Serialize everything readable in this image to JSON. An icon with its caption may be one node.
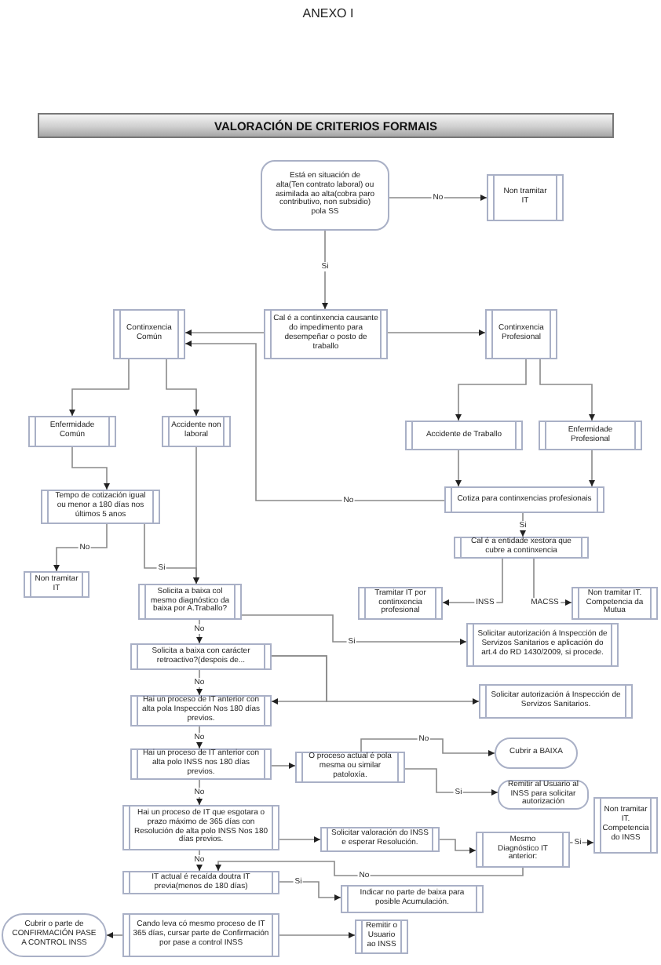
{
  "diagram": {
    "title": "ANEXO I",
    "nodes": [
      {
        "text": [
          "VALORACIÓN DE CRITERIOS FORMAIS"
        ]
      },
      {
        "text": [
          "Está en situación de alta(Ten contrato laboral) ou asimilada ao alta(cobra paro contributivo, non subsidio) pola SS"
        ]
      },
      {
        "text": [
          "Non tramitar IT"
        ]
      },
      {
        "text": [
          "Cal é a continxencia causante do impedimento para desempeñar o posto de traballo"
        ]
      },
      {
        "text": [
          "Continxencia Común"
        ]
      },
      {
        "text": [
          "Continxencia Profesional"
        ]
      },
      {
        "text": [
          "Enfermidade Común"
        ]
      },
      {
        "text": [
          "Accidente non laboral"
        ]
      },
      {
        "text": [
          "Accidente de Traballo"
        ]
      },
      {
        "text": [
          "Enfermidade Profesional"
        ]
      },
      {
        "text": [
          "Tempo de cotización igual ou menor a 180 días nos últimos 5 anos"
        ]
      },
      {
        "text": [
          "Cotiza para continxencias profesionais"
        ]
      },
      {
        "text": [
          "Non tramitar IT"
        ]
      },
      {
        "text": [
          "Solicita a baixa col mesmo diagnóstico da baixa por A.Traballo?"
        ]
      },
      {
        "text": [
          "Cal é a entidade xestora que cubre a continxencia"
        ]
      },
      {
        "text": [
          "Tramitar IT por continxencia profesional"
        ]
      },
      {
        "text": [
          "Non tramitar IT. Competencia da Mutua"
        ]
      },
      {
        "text": [
          "Solicitar autorización á Inspección de Servizos Sanitarios e aplicación do art.4 do RD 1430/2009, si procede."
        ]
      },
      {
        "text": [
          "Solicita a baixa con carácter retroactivo?(despois de..."
        ]
      },
      {
        "text": [
          "Solicitar autorización á Inspección de Servizos Sanitarios."
        ]
      },
      {
        "text": [
          "Hai un proceso de IT anterior con alta pola Inspección Nos 180 días previos."
        ]
      },
      {
        "text": [
          "Hai un proceso de IT anterior con alta polo INSS nos 180 días previos."
        ]
      },
      {
        "text": [
          "O proceso actual é pola mesma ou similar patoloxía."
        ]
      },
      {
        "text": [
          "Cubrir a BAIXA"
        ]
      },
      {
        "text": [
          "Remitir al Usuario al INSS para solicitar autorización"
        ]
      },
      {
        "text": [
          "Hai un proceso de IT que esgotara o prazo máximo de 365 días con Resolución de alta polo INSS Nos 180 días previos."
        ]
      },
      {
        "text": [
          "Solicitar valoración do INSS e esperar Resolución."
        ]
      },
      {
        "text": [
          "Mesmo Diagnóstico IT anterior:"
        ]
      },
      {
        "text": [
          "Non tramitar IT. Competencia do INSS"
        ]
      },
      {
        "text": [
          "IT actual é recaída doutra IT previa(menos de 180 días)"
        ]
      },
      {
        "text": [
          "Indicar no parte de baixa para posible Acumulación."
        ]
      },
      {
        "text": [
          "Cando leva có mesmo proceso de IT 365 días, cursar parte de Confirmación por pase a control INSS"
        ]
      },
      {
        "text": [
          "Cubrir o parte de CONFIRMACIÓN PASE A CONTROL INSS"
        ]
      },
      {
        "text": [
          "Remitir o Usuario ao INSS"
        ]
      }
    ],
    "edges": [
      {
        "from": 1,
        "to": 2,
        "arrow": "to",
        "label": "No"
      },
      {
        "from": 1,
        "to": 3,
        "arrow": "to",
        "label": "Si"
      },
      {
        "from": 3,
        "to": 4,
        "arrow": "to"
      },
      {
        "from": 3,
        "to": 5,
        "arrow": "to"
      },
      {
        "from": 4,
        "to": 6,
        "arrow": "to"
      },
      {
        "from": 4,
        "to": 7,
        "arrow": "to"
      },
      {
        "from": 5,
        "to": 8,
        "arrow": "to"
      },
      {
        "from": 5,
        "to": 9,
        "arrow": "to"
      },
      {
        "from": 6,
        "to": 10,
        "arrow": "to"
      },
      {
        "from": 8,
        "to": 11,
        "arrow": "to"
      },
      {
        "from": 9,
        "to": 11,
        "arrow": "to"
      },
      {
        "from": 11,
        "to": 4,
        "arrow": "to",
        "label": "No"
      },
      {
        "from": 10,
        "to": 12,
        "arrow": "to",
        "label": "No"
      },
      {
        "from": 10,
        "to": 13,
        "arrow": "to",
        "label": "Si"
      },
      {
        "from": 7,
        "to": 13,
        "arrow": "to"
      },
      {
        "from": 11,
        "to": 14,
        "arrow": "to",
        "label": "Si"
      },
      {
        "from": 14,
        "to": 15,
        "arrow": "to",
        "label": "INSS"
      },
      {
        "from": 14,
        "to": 16,
        "arrow": "to",
        "label": "MACSS"
      },
      {
        "from": 13,
        "to": 17,
        "arrow": "to",
        "label": "Si"
      },
      {
        "from": 13,
        "to": 18,
        "arrow": "to",
        "label": "No"
      },
      {
        "from": 18,
        "to": 19,
        "arrow": "to"
      },
      {
        "from": 18,
        "to": 20,
        "arrow": "to"
      },
      {
        "from": 18,
        "to": 20,
        "arrow": "to",
        "label": "No"
      },
      {
        "from": 20,
        "to": 21,
        "arrow": "to",
        "label": "No"
      },
      {
        "from": 21,
        "to": 22,
        "arrow": "to"
      },
      {
        "from": 22,
        "to": 23,
        "arrow": "to",
        "label": "No"
      },
      {
        "from": 22,
        "to": 24,
        "arrow": "to",
        "label": "Si"
      },
      {
        "from": 21,
        "to": 25,
        "arrow": "to",
        "label": "No"
      },
      {
        "from": 25,
        "to": 26,
        "arrow": "to"
      },
      {
        "from": 26,
        "to": 27,
        "arrow": "to"
      },
      {
        "from": 27,
        "to": 28,
        "arrow": "to",
        "label": "Si"
      },
      {
        "from": 27,
        "to": 29,
        "arrow": "to",
        "label": "No"
      },
      {
        "from": 25,
        "to": 29,
        "arrow": "to",
        "label": "No"
      },
      {
        "from": 29,
        "to": 30,
        "arrow": "to",
        "label": "Si"
      },
      {
        "from": 31,
        "to": 32,
        "arrow": "to"
      },
      {
        "from": 31,
        "to": 33,
        "arrow": "to"
      }
    ]
  }
}
